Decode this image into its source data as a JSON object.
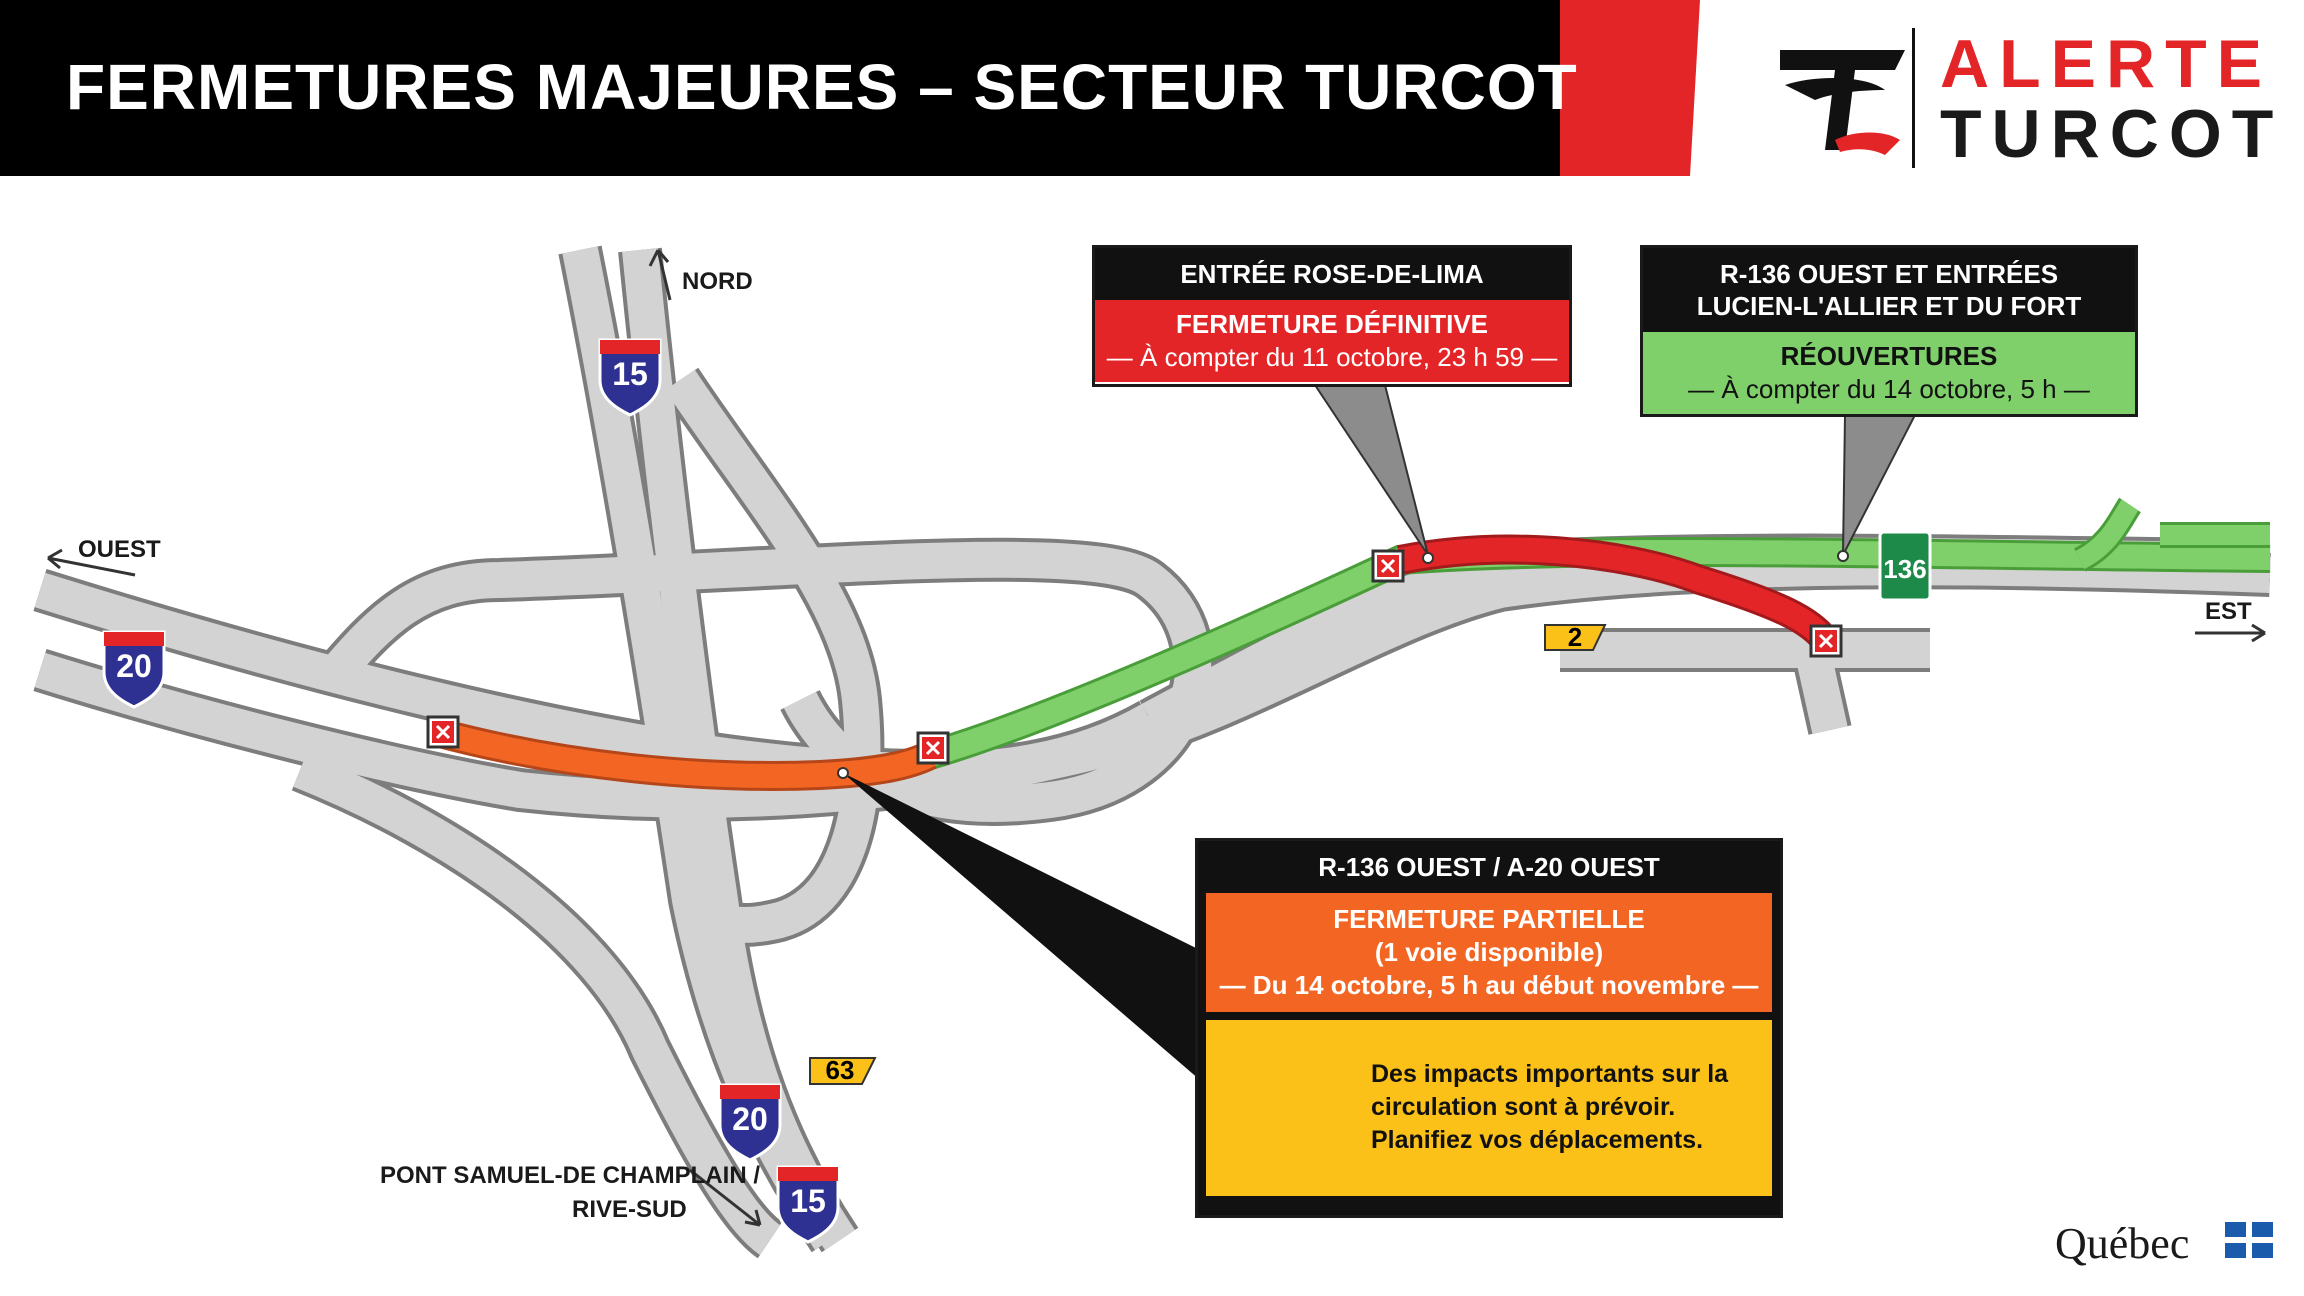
{
  "header": {
    "title": "FERMETURES MAJEURES – SECTEUR TURCOT",
    "logo_line1": "ALERTE",
    "logo_line2": "TURCOT"
  },
  "directions": {
    "north": "NORD",
    "west": "OUEST",
    "east": "EST",
    "south_line1": "PONT SAMUEL-DE CHAMPLAIN /",
    "south_line2": "RIVE-SUD"
  },
  "routes": {
    "a15_top": "15",
    "a15_bottom": "15",
    "a20_left": "20",
    "a20_bottom": "20",
    "r136": "136",
    "exit2": "2",
    "exit63": "63"
  },
  "callouts": {
    "rose_de_lima": {
      "header": "ENTRÉE ROSE-DE-LIMA",
      "status": "FERMETURE DÉFINITIVE",
      "detail": "— À compter du 11 octobre, 23 h 59 —"
    },
    "r136_reopen": {
      "header_line1": "R-136 OUEST ET ENTRÉES",
      "header_line2": "LUCIEN-L'ALLIER ET DU FORT",
      "status": "RÉOUVERTURES",
      "detail": "— À compter du 14 octobre, 5 h —"
    },
    "r136_a20": {
      "header": "R-136 OUEST / A-20 OUEST",
      "status": "FERMETURE PARTIELLE",
      "status_sub": "(1 voie disponible)",
      "detail": "— Du 14 octobre, 5 h au début novembre —",
      "warning": "Des impacts importants sur la circulation sont à prévoir. Planifiez vos déplacements."
    }
  },
  "footer": {
    "brand": "Québec"
  },
  "colors": {
    "red": "#e42528",
    "green": "#7fcf6a",
    "orange": "#f26522",
    "yellow": "#fbc118",
    "road": "#d1d1d1",
    "road_edge": "#8a8a8a",
    "shield_blue": "#2e3192"
  }
}
